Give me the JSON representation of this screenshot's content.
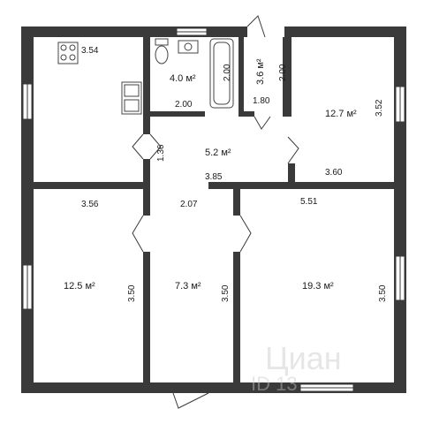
{
  "rooms": [
    {
      "id": "kitchen",
      "dims": [
        "3.54"
      ]
    },
    {
      "id": "bathroom",
      "area": "4.0 м²",
      "dims": [
        "2.00",
        "2.00"
      ]
    },
    {
      "id": "toilet",
      "area": "3.6 м²",
      "dims": [
        "2.00",
        "1.80"
      ]
    },
    {
      "id": "bedroom-top-right",
      "area": "12.7 м²",
      "dims": [
        "3.52",
        "3.60"
      ]
    },
    {
      "id": "hall",
      "area": "5.2 м²",
      "dims": [
        "1.36",
        "3.85"
      ]
    },
    {
      "id": "room-left",
      "area": "12.5 м²",
      "dims": [
        "3.56",
        "3.50"
      ]
    },
    {
      "id": "corridor",
      "area": "7.3 м²",
      "dims": [
        "2.07",
        "3.50"
      ]
    },
    {
      "id": "living-room",
      "area": "19.3 м²",
      "dims": [
        "5.51",
        "3.50"
      ]
    }
  ],
  "watermark": {
    "brand": "Циан",
    "id_text": "ID 13"
  },
  "colors": {
    "wall": "#3a3a3a",
    "text": "#1a1a1a",
    "background": "#ffffff"
  }
}
